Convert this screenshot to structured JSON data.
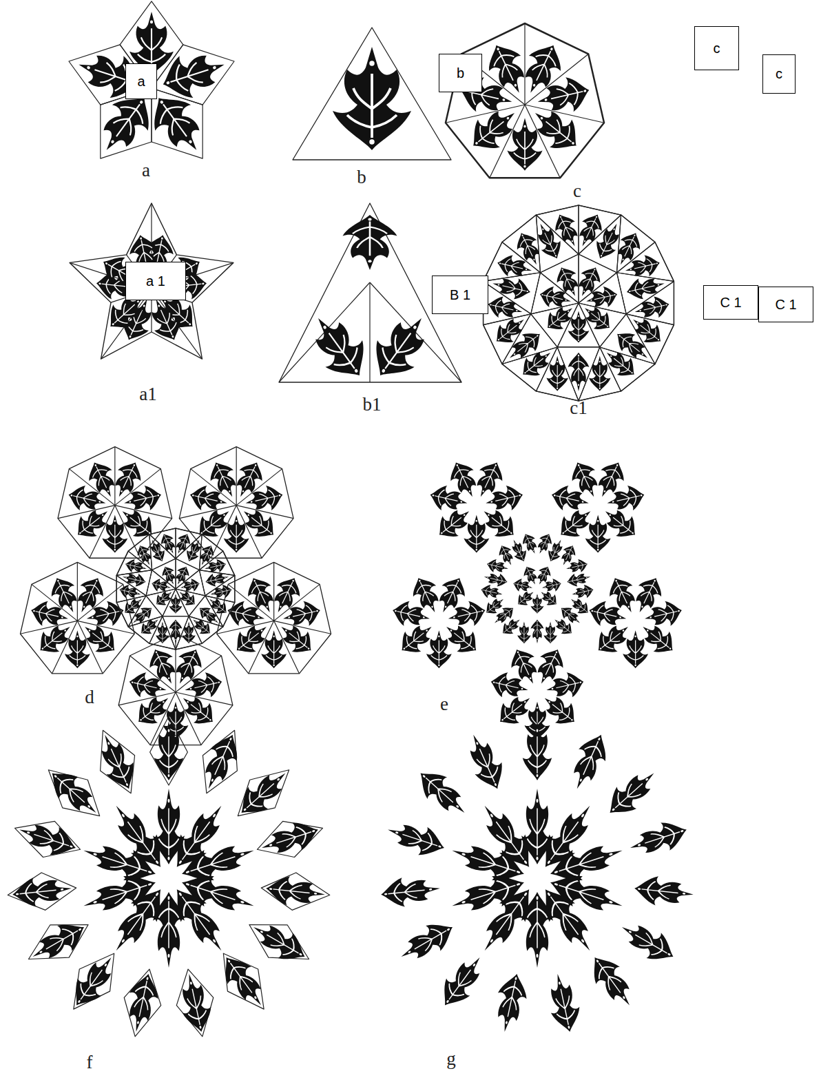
{
  "diagram": {
    "nodes": [
      {
        "text": [
          "a"
        ]
      },
      {
        "text": [
          "b"
        ]
      },
      {
        "text": [
          "c"
        ]
      },
      {
        "text": [
          "c"
        ]
      },
      {
        "text": [
          "a 1"
        ]
      },
      {
        "text": [
          "B 1"
        ]
      },
      {
        "text": [
          "C 1"
        ]
      },
      {
        "text": [
          "C 1"
        ]
      }
    ],
    "labels": [
      "a",
      "b",
      "c",
      "a1",
      "b1",
      "c1",
      "d",
      "e",
      "f",
      "g"
    ]
  }
}
